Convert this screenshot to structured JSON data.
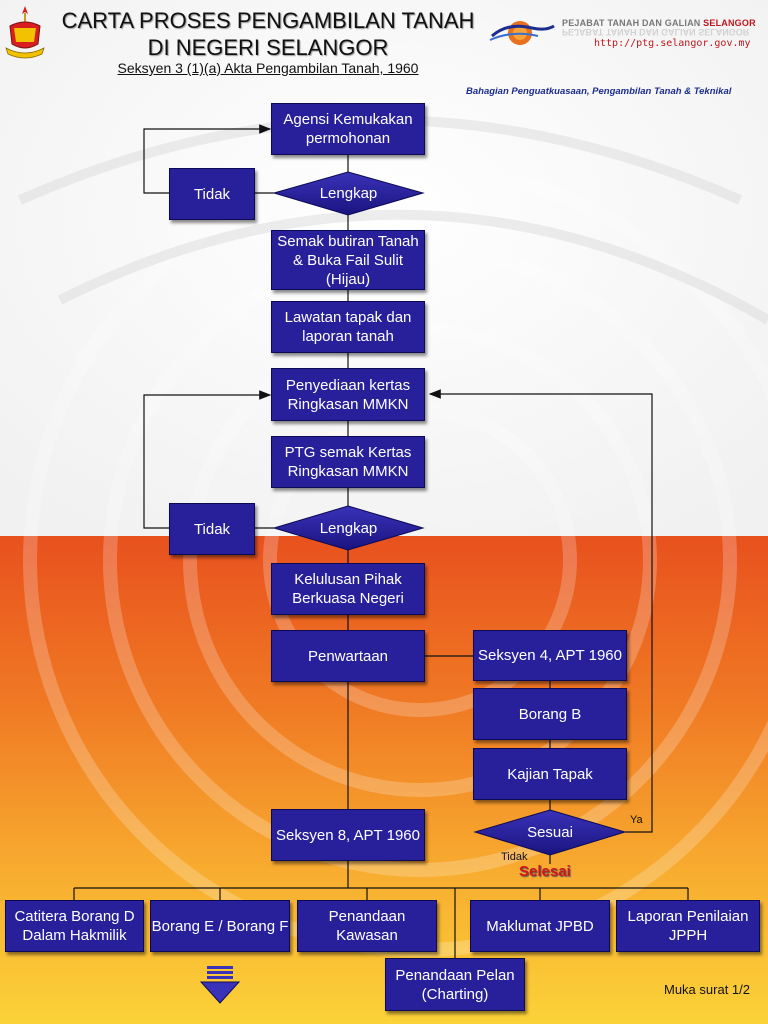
{
  "header": {
    "title_line1": "CARTA PROSES PENGAMBILAN TANAH",
    "title_line2": "DI NEGERI SELANGOR",
    "subtitle": "Seksyen 3 (1)(a) Akta Pengambilan Tanah, 1960",
    "org_name": "PEJABAT TANAH DAN GALIAN",
    "org_name_highlight": "SELANGOR",
    "org_url": "http://ptg.selangor.gov.my",
    "org_unit": "Bahagian Penguatkuasaan, Pengambilan Tanah & Teknikal"
  },
  "nodes": {
    "agensi": "Agensi Kemukakan permohonan",
    "tidak1": "Tidak",
    "lengkap1": "Lengkap",
    "semak": "Semak butiran Tanah & Buka Fail Sulit (Hijau)",
    "lawatan": "Lawatan tapak dan laporan tanah",
    "penyediaan": "Penyediaan kertas Ringkasan MMKN",
    "ptg_semak": "PTG semak Kertas Ringkasan MMKN",
    "tidak2": "Tidak",
    "lengkap2": "Lengkap",
    "kelulusan": "Kelulusan Pihak Berkuasa Negeri",
    "penwartaan": "Penwartaan",
    "seksyen4": "Seksyen 4, APT 1960",
    "borang_b": "Borang B",
    "kajian": "Kajian Tapak",
    "sesuai": "Sesuai",
    "seksyen8": "Seksyen 8, APT 1960",
    "catitera": "Catitera Borang D Dalam Hakmilik",
    "borang_ef": "Borang E / Borang F",
    "penandaan_kawasan": "Penandaan Kawasan",
    "maklumat": "Maklumat JPBD",
    "laporan": "Laporan Penilaian JPPH",
    "penandaan_pelan": "Penandaan Pelan (Charting)"
  },
  "edge_labels": {
    "ya": "Ya",
    "tidak": "Tidak",
    "selesai": "Selesai"
  },
  "footer": {
    "page": "Muka surat 1/2"
  },
  "colors": {
    "box_fill": "#28209a",
    "orange_top": "#e8511e",
    "orange_bottom": "#fbd238",
    "selesai": "#d01818"
  }
}
